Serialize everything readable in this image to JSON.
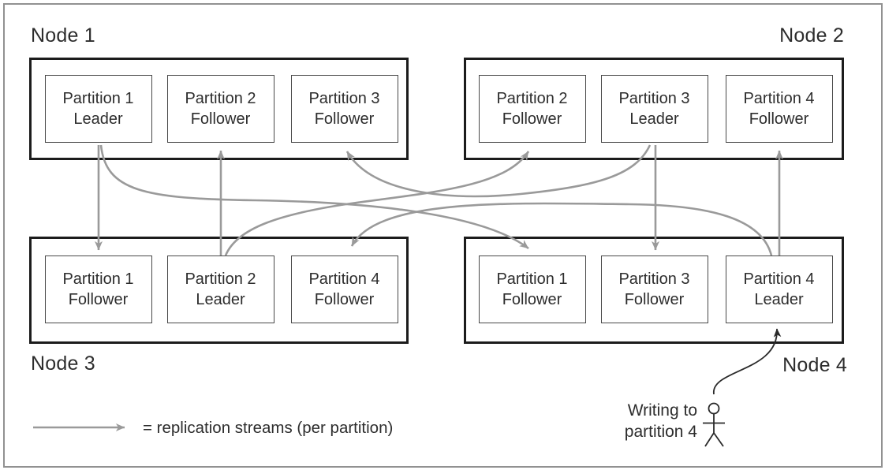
{
  "diagram": {
    "title_implicit": "Partition replication across nodes",
    "nodes": [
      {
        "label": "Node 1",
        "label_position": "top-left",
        "partitions": [
          {
            "name": "Partition 1",
            "role": "Leader"
          },
          {
            "name": "Partition 2",
            "role": "Follower"
          },
          {
            "name": "Partition 3",
            "role": "Follower"
          }
        ]
      },
      {
        "label": "Node 2",
        "label_position": "top-right",
        "partitions": [
          {
            "name": "Partition 2",
            "role": "Follower"
          },
          {
            "name": "Partition 3",
            "role": "Leader"
          },
          {
            "name": "Partition 4",
            "role": "Follower"
          }
        ]
      },
      {
        "label": "Node 3",
        "label_position": "bottom-left",
        "partitions": [
          {
            "name": "Partition 1",
            "role": "Follower"
          },
          {
            "name": "Partition 2",
            "role": "Leader"
          },
          {
            "name": "Partition 4",
            "role": "Follower"
          }
        ]
      },
      {
        "label": "Node 4",
        "label_position": "bottom-right",
        "partitions": [
          {
            "name": "Partition 1",
            "role": "Follower"
          },
          {
            "name": "Partition 3",
            "role": "Follower"
          },
          {
            "name": "Partition 4",
            "role": "Leader"
          }
        ]
      }
    ],
    "replication_streams": [
      {
        "partition": "Partition 1",
        "from": "Node 1 (Leader)",
        "to": "Node 3 (Follower)",
        "shape": "straight"
      },
      {
        "partition": "Partition 1",
        "from": "Node 1 (Leader)",
        "to": "Node 4 (Follower)",
        "shape": "curved"
      },
      {
        "partition": "Partition 2",
        "from": "Node 3 (Leader)",
        "to": "Node 1 (Follower)",
        "shape": "straight"
      },
      {
        "partition": "Partition 2",
        "from": "Node 3 (Leader)",
        "to": "Node 2 (Follower)",
        "shape": "curved"
      },
      {
        "partition": "Partition 3",
        "from": "Node 2 (Leader)",
        "to": "Node 1 (Follower)",
        "shape": "curved"
      },
      {
        "partition": "Partition 3",
        "from": "Node 2 (Leader)",
        "to": "Node 4 (Follower)",
        "shape": "straight"
      },
      {
        "partition": "Partition 4",
        "from": "Node 4 (Leader)",
        "to": "Node 2 (Follower)",
        "shape": "straight"
      },
      {
        "partition": "Partition 4",
        "from": "Node 4 (Leader)",
        "to": "Node 3 (Follower)",
        "shape": "curved"
      }
    ],
    "legend": {
      "text": "= replication streams (per partition)"
    },
    "writer_annotation": {
      "line1": "Writing to",
      "line2": "partition 4",
      "target": "Node 4 / Partition 4 (Leader)"
    },
    "colors": {
      "stream_arrow": "#9a9a9a",
      "node_border": "#1c1c1c",
      "partition_border": "#484848",
      "text": "#2d2d2d",
      "frame": "#919191",
      "write_arrow": "#2a2a2a"
    }
  }
}
